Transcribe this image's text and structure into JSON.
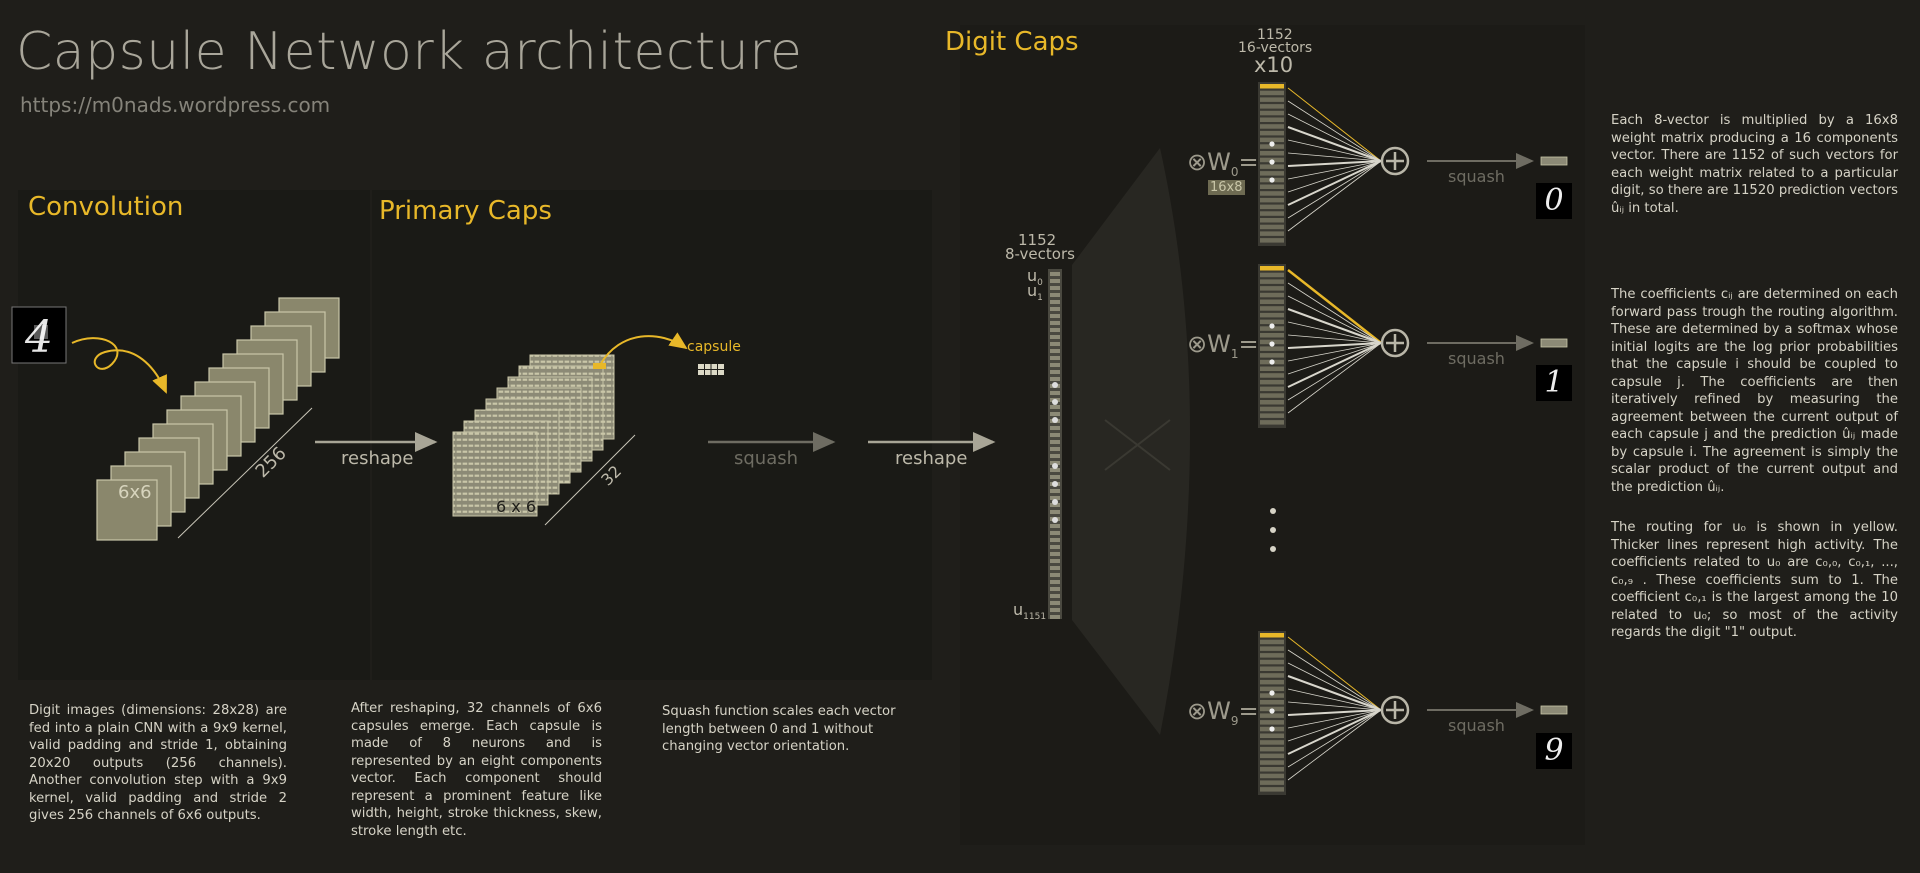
{
  "header": {
    "title": "Capsule Network architecture",
    "url": "https://m0nads.wordpress.com"
  },
  "sections": {
    "convolution": "Convolution",
    "primary_caps": "Primary Caps",
    "digit_caps": "Digit Caps"
  },
  "labels": {
    "conv_size": "6x6",
    "conv_depth": "256",
    "primary_size": "6 x 6",
    "primary_depth": "32",
    "capsule": "capsule",
    "reshape": "reshape",
    "squash": "squash",
    "vec_count": "1152",
    "vec_type": "8-vectors",
    "u0": "u",
    "u0_sub": "0",
    "u1": "u",
    "u1_sub": "1",
    "ulast": "u",
    "ulast_sub": "1151",
    "pred_count": "1152",
    "pred_type": "16-vectors",
    "times10": "x10",
    "w0": "W",
    "w0_sub": "0",
    "w1": "W",
    "w1_sub": "1",
    "w9": "W",
    "w9_sub": "9",
    "matrix_size": "16x8",
    "eq": "="
  },
  "paragraphs": {
    "conv": "Digit images (dimensions: 28x28) are fed into a plain CNN with a 9x9 kernel, valid padding and stride 1, obtaining 20x20 outputs (256 channels). Another convolution step with a 9x9 kernel, valid padding and stride 2 gives 256 channels of 6x6 outputs.",
    "primary": "After reshaping, 32 channels of 6x6 capsules emerge. Each capsule is made of 8 neurons and is represented by an eight components vector. Each component should represent a prominent feature like width, height, stroke thickness, skew, stroke length etc.",
    "squash": "Squash function scales each vector length between 0 and 1 without changing vector orientation.",
    "weights": "Each 8-vector is multiplied by a 16x8 weight matrix producing a 16 components vector. There are 1152 of such vectors for each weight matrix related to a particular digit, so there are 11520 prediction vectors ûᵢⱼ in total.",
    "coeffs": "The coefficients cᵢⱼ are determined on each forward pass trough the routing algorithm. These are determined by a softmax whose initial logits are the log prior probabilities that the capsule i should be coupled to capsule j. The coefficients are then iteratively refined by measuring the agreement between the current output of each capsule j and the prediction ûᵢⱼ made by capsule i. The agreement is simply the scalar product of the current output and the prediction ûᵢⱼ.",
    "routing": "The routing for u₀ is shown in yellow. Thicker lines represent high activity. The coefficients related to u₀ are c₀,₀, c₀,₁, ..., c₀,₉ . These coefficients sum to 1. The coefficient c₀,₁ is the largest among the 10 related to u₀; so most of the activity regards the digit \"1\" output."
  },
  "digits": [
    "4",
    "0",
    "1",
    "9"
  ],
  "colors": {
    "accent": "#e8b829",
    "bg": "#1f1e1a",
    "panel": "#1a1a16",
    "text": "#c9c6b8"
  }
}
